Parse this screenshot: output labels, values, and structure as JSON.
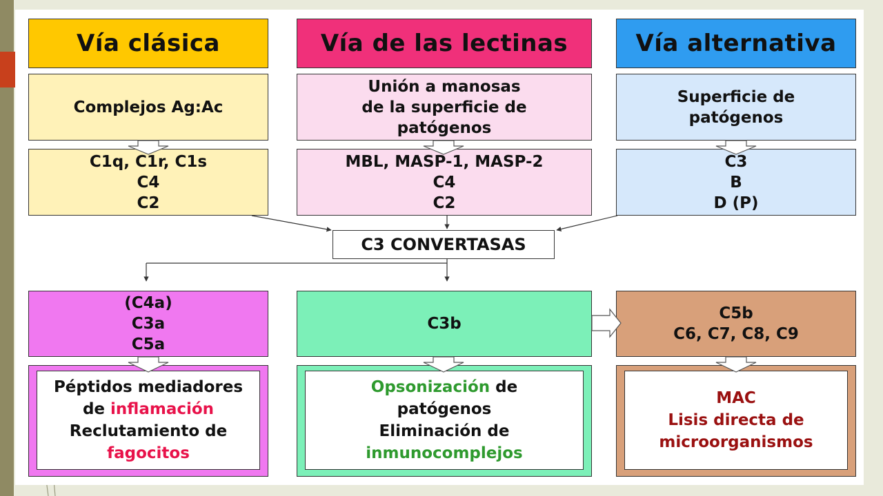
{
  "pathways": [
    {
      "title": "Vía clásica",
      "trigger": [
        "Complejos Ag:Ac"
      ],
      "components": [
        "C1q, C1r, C1s",
        "C4",
        "C2"
      ],
      "colors": {
        "header": "#ffc800",
        "light": "#fff2b8"
      }
    },
    {
      "title": "Vía de las lectinas",
      "trigger": [
        "Unión a manosas",
        "de la superficie de",
        "patógenos"
      ],
      "components": [
        "MBL, MASP-1, MASP-2",
        "C4",
        "C2"
      ],
      "colors": {
        "header": "#f0307a",
        "light": "#fbdcee"
      }
    },
    {
      "title": "Vía alternativa",
      "trigger": [
        "Superficie de",
        "patógenos"
      ],
      "components": [
        "C3",
        "B",
        "D (P)"
      ],
      "colors": {
        "header": "#2f9cf0",
        "light": "#d6e8fb"
      }
    }
  ],
  "convertase": "C3 CONVERTASAS",
  "products": {
    "left": {
      "lines": [
        "(C4a)",
        "C3a",
        "C5a"
      ],
      "color": "#f078f0"
    },
    "center": {
      "lines": [
        "C3b"
      ],
      "color": "#7cf0b8"
    },
    "right": {
      "lines": [
        "C5b",
        "C6, C7, C8, C9"
      ],
      "color": "#d8a07a"
    }
  },
  "effects": {
    "left": {
      "line1": "Péptidos mediadores",
      "line2_pre": "de ",
      "line2_hl": "inflamación",
      "line3": "Reclutamiento de",
      "line4_hl": "fagocitos"
    },
    "center": {
      "line1_hl": "Opsonización",
      "line1_post": " de",
      "line2": "patógenos",
      "line3": "Eliminación de",
      "line4_hl": "inmunocomplejos"
    },
    "right": {
      "line1": "MAC",
      "line2": "Lisis directa de",
      "line3": "microorganismos"
    }
  },
  "colors": {
    "highlight_red": "#e8124a",
    "highlight_green": "#2e9a2e",
    "highlight_darkred": "#9a1010"
  }
}
